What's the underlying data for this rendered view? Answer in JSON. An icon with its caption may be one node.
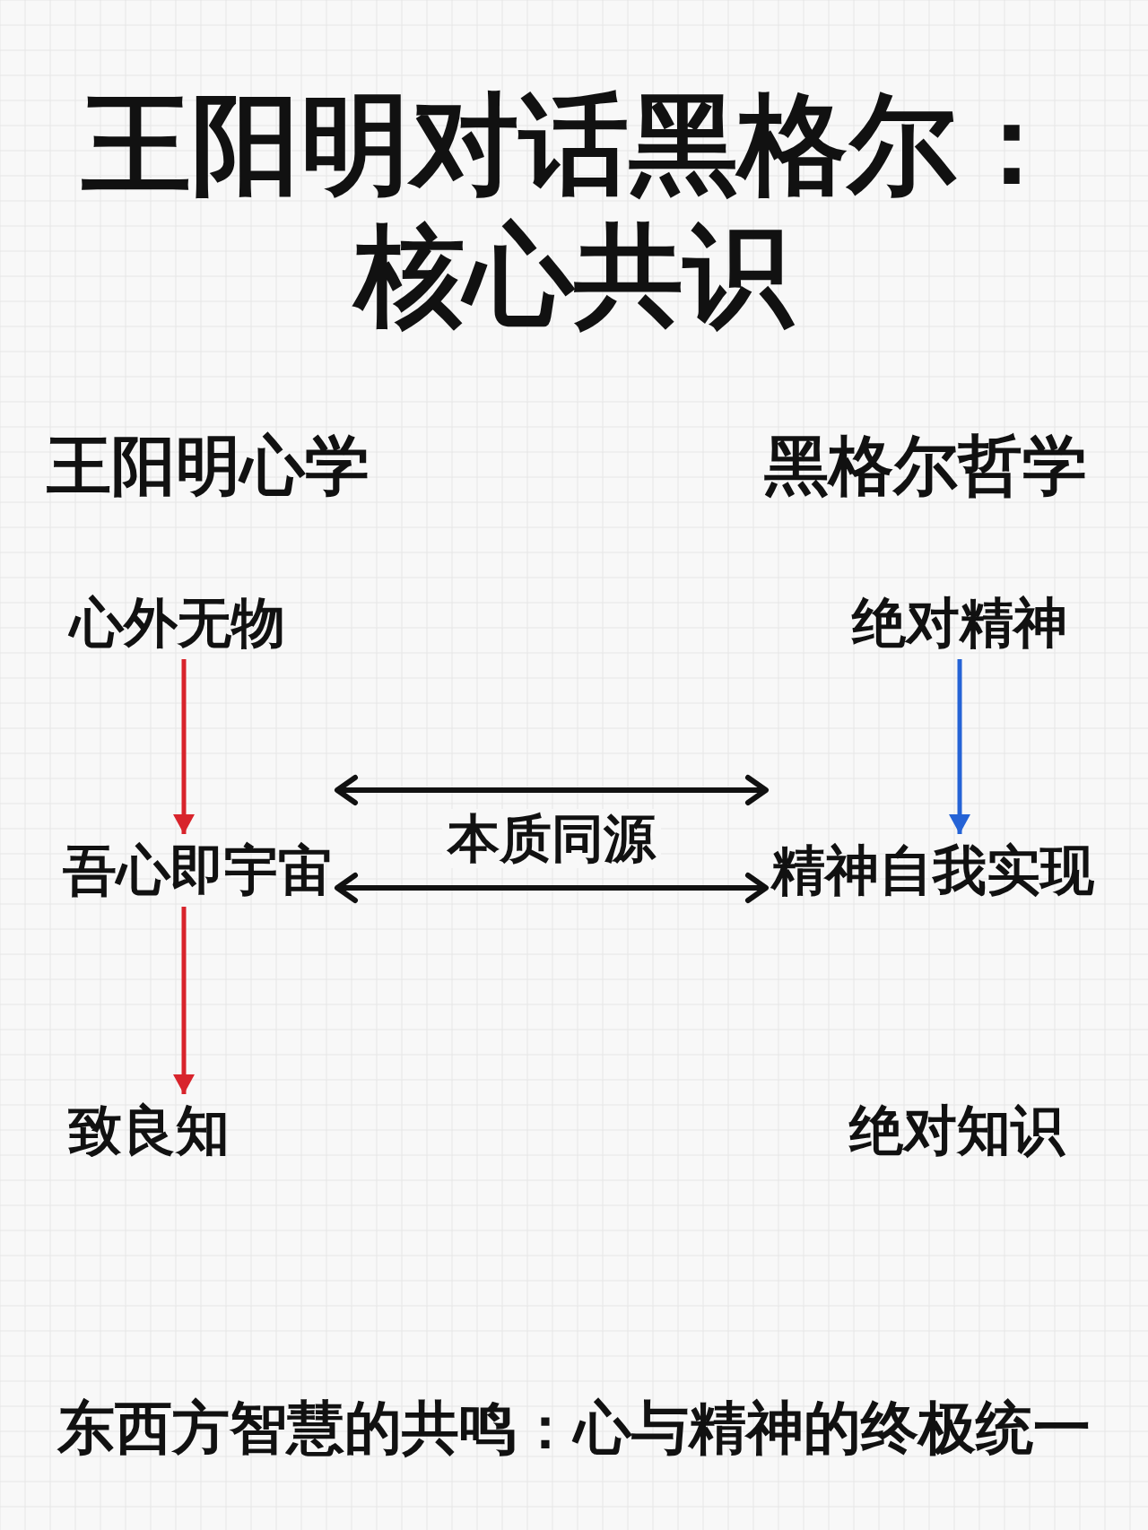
{
  "diagram": {
    "title": "王阳明对话黑格尔：核心共识",
    "nodes": [
      {
        "text": [
          "心外无物"
        ]
      },
      {
        "text": [
          "吾心即宇宙"
        ]
      },
      {
        "text": [
          "致良知"
        ]
      },
      {
        "text": [
          "绝对精神"
        ]
      },
      {
        "text": [
          "精神自我实现"
        ]
      },
      {
        "text": [
          "绝对知识"
        ]
      }
    ],
    "edges": [
      {
        "from": 0,
        "to": 1,
        "arrow": "to",
        "color": "#d8242c"
      },
      {
        "from": 1,
        "to": 2,
        "arrow": "to",
        "color": "#d8242c"
      },
      {
        "from": 3,
        "to": 4,
        "arrow": "to",
        "color": "#2563d6"
      },
      {
        "from": 1,
        "to": 4,
        "arrow": "both",
        "color": "#111111",
        "label": "本质同源"
      },
      {
        "from": 1,
        "to": 4,
        "arrow": "both",
        "color": "#111111"
      }
    ],
    "labels": [
      "王阳明心学",
      "黑格尔哲学"
    ],
    "caption": "东西方智慧的共鸣：心与精神的终极统一"
  }
}
